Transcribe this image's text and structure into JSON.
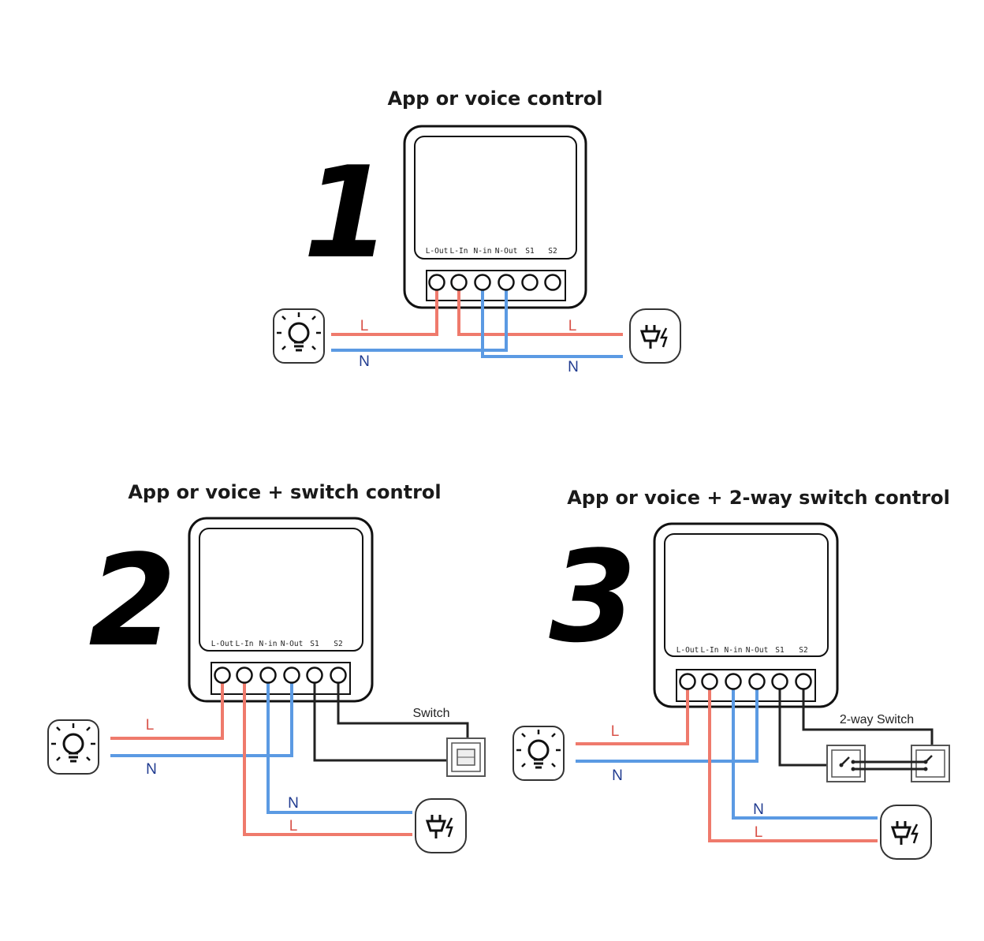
{
  "panel1": {
    "title": "App or voice control",
    "number": "1",
    "terminals": [
      "L-Out",
      "L-In",
      "N-in",
      "N-Out",
      "S1",
      "S2"
    ],
    "wire_labels": {
      "left_l": "L",
      "left_n": "N",
      "right_l": "L",
      "right_n": "N"
    },
    "icons": {
      "load": "light-bulb-icon",
      "supply": "power-plug-icon"
    }
  },
  "panel2": {
    "title": "App or voice + switch control",
    "number": "2",
    "terminals": [
      "L-Out",
      "L-In",
      "N-in",
      "N-Out",
      "S1",
      "S2"
    ],
    "wire_labels": {
      "left_l": "L",
      "left_n": "N",
      "right_n": "N",
      "right_l": "L"
    },
    "switch_label": "Switch",
    "icons": {
      "load": "light-bulb-icon",
      "supply": "power-plug-icon",
      "switch": "wall-switch-icon"
    }
  },
  "panel3": {
    "title": "App or voice + 2-way switch control",
    "number": "3",
    "terminals": [
      "L-Out",
      "L-In",
      "N-in",
      "N-Out",
      "S1",
      "S2"
    ],
    "wire_labels": {
      "left_l": "L",
      "left_n": "N",
      "right_n": "N",
      "right_l": "L"
    },
    "switch_label": "2-way Switch",
    "icons": {
      "load": "light-bulb-icon",
      "supply": "power-plug-icon",
      "switch": "two-way-switch-icon"
    }
  },
  "colors": {
    "live": "#ef7a6c",
    "neutral": "#5b9ae3",
    "switch_wire": "#222222"
  }
}
